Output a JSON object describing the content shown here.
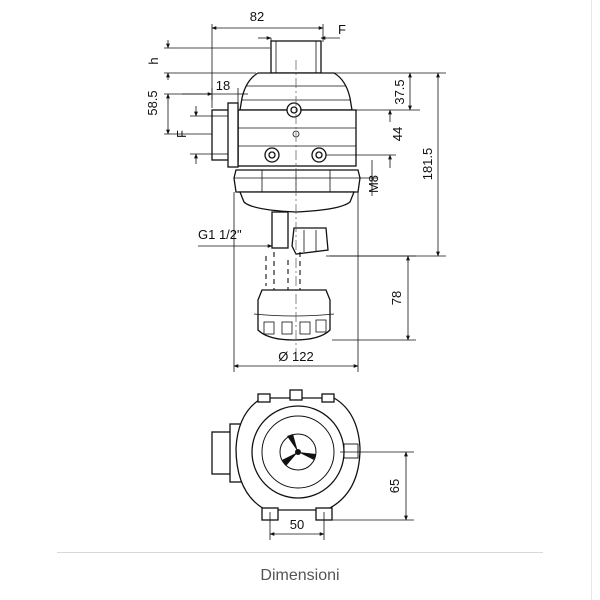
{
  "drawing": {
    "side_view": {
      "dim_top_width": "82",
      "dim_thread_f_top": "F",
      "dim_h": "h",
      "dim_inlet_len": "18",
      "dim_inlet_height": "58.5",
      "dim_thread_f_side": "F",
      "dim_upper": "37.5",
      "dim_mid": "44",
      "dim_overall": "181.5",
      "dim_bolt": "M8",
      "dim_drain": "G1 1/2\"",
      "dim_bowl": "78",
      "dim_diameter": "Ø 122"
    },
    "top_view": {
      "dim_offset": "65",
      "dim_width": "50"
    }
  },
  "caption": "Dimensioni"
}
